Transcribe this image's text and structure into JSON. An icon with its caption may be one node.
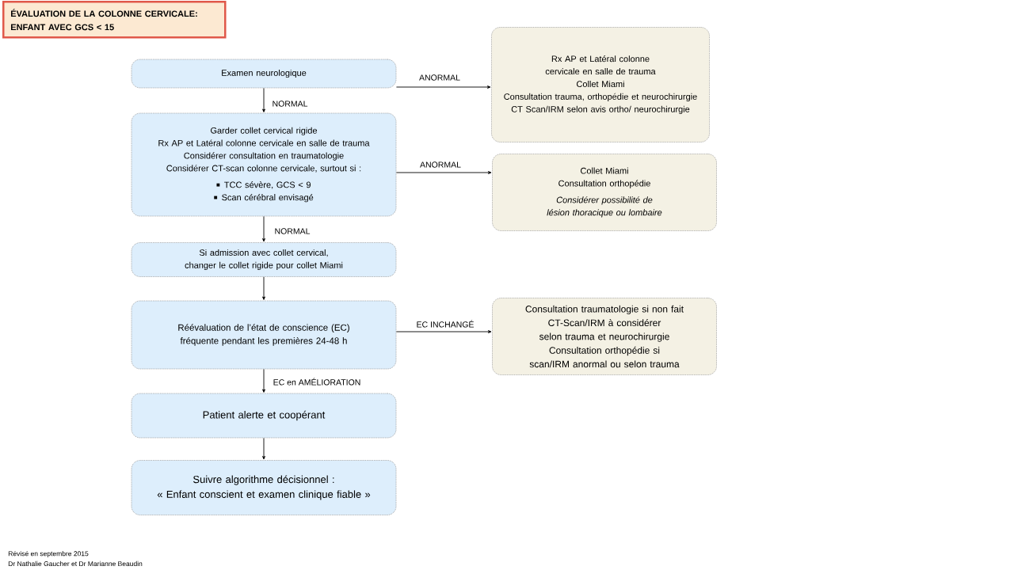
{
  "diagram": {
    "title": "ÉVALUATION DE LA COLONNE CERVICALE: ENFANT AVEC GCS < 15",
    "nodes": [
      {
        "text": [
          "Examen neurologique"
        ]
      },
      {
        "text": [
          "Rx AP et Latéral colonne cervicale en salle de trauma",
          "Collet Miami",
          "Consultation trauma, orthopédie et neurochirurgie",
          "CT Scan/IRM selon avis ortho/ neurochirurgie"
        ]
      },
      {
        "text": [
          "Garder collet cervical rigide",
          "Rx AP et Latéral colonne cervicale en salle de trauma",
          "Considérer consultation en traumatologie",
          "Considérer CT-scan colonne cervicale, surtout si :",
          "TCC sévère, GCS < 9",
          "Scan cérébral envisagé"
        ]
      },
      {
        "text": [
          "Collet Miami",
          "Consultation orthopédie",
          "Considérer possibilité de lésion thoracique ou lombaire"
        ]
      },
      {
        "text": [
          "Si admission avec collet cervical, changer le collet rigide pour collet Miami"
        ]
      },
      {
        "text": [
          "Réévaluation de l’état de conscience (EC) fréquente pendant les premières 24-48 h"
        ]
      },
      {
        "text": [
          "Consultation traumatologie si non fait",
          "CT-Scan/IRM à considérer selon trauma et neurochirurgie",
          "Consultation orthopédie si scan/IRM anormal ou selon trauma"
        ]
      },
      {
        "text": [
          "Patient alerte et coopérant"
        ]
      },
      {
        "text": [
          "Suivre algorithme décisionnel :",
          "« Enfant conscient et examen clinique fiable »"
        ]
      }
    ],
    "edges": [
      {
        "from": 0,
        "to": 1,
        "arrow": "to",
        "label": "ANORMAL"
      },
      {
        "from": 0,
        "to": 2,
        "arrow": "to",
        "label": "NORMAL"
      },
      {
        "from": 2,
        "to": 3,
        "arrow": "to",
        "label": "ANORMAL"
      },
      {
        "from": 2,
        "to": 4,
        "arrow": "to",
        "label": "NORMAL"
      },
      {
        "from": 4,
        "to": 5,
        "arrow": "to"
      },
      {
        "from": 5,
        "to": 6,
        "arrow": "to",
        "label": "EC INCHANGÉ"
      },
      {
        "from": 5,
        "to": 7,
        "arrow": "to",
        "label": "EC en AMÉLIORATION"
      },
      {
        "from": 7,
        "to": 8,
        "arrow": "to"
      }
    ],
    "labels": [
      "Révisé en septembre 2015",
      "Dr Nathalie Gaucher et Dr Marianne Beaudin"
    ]
  }
}
